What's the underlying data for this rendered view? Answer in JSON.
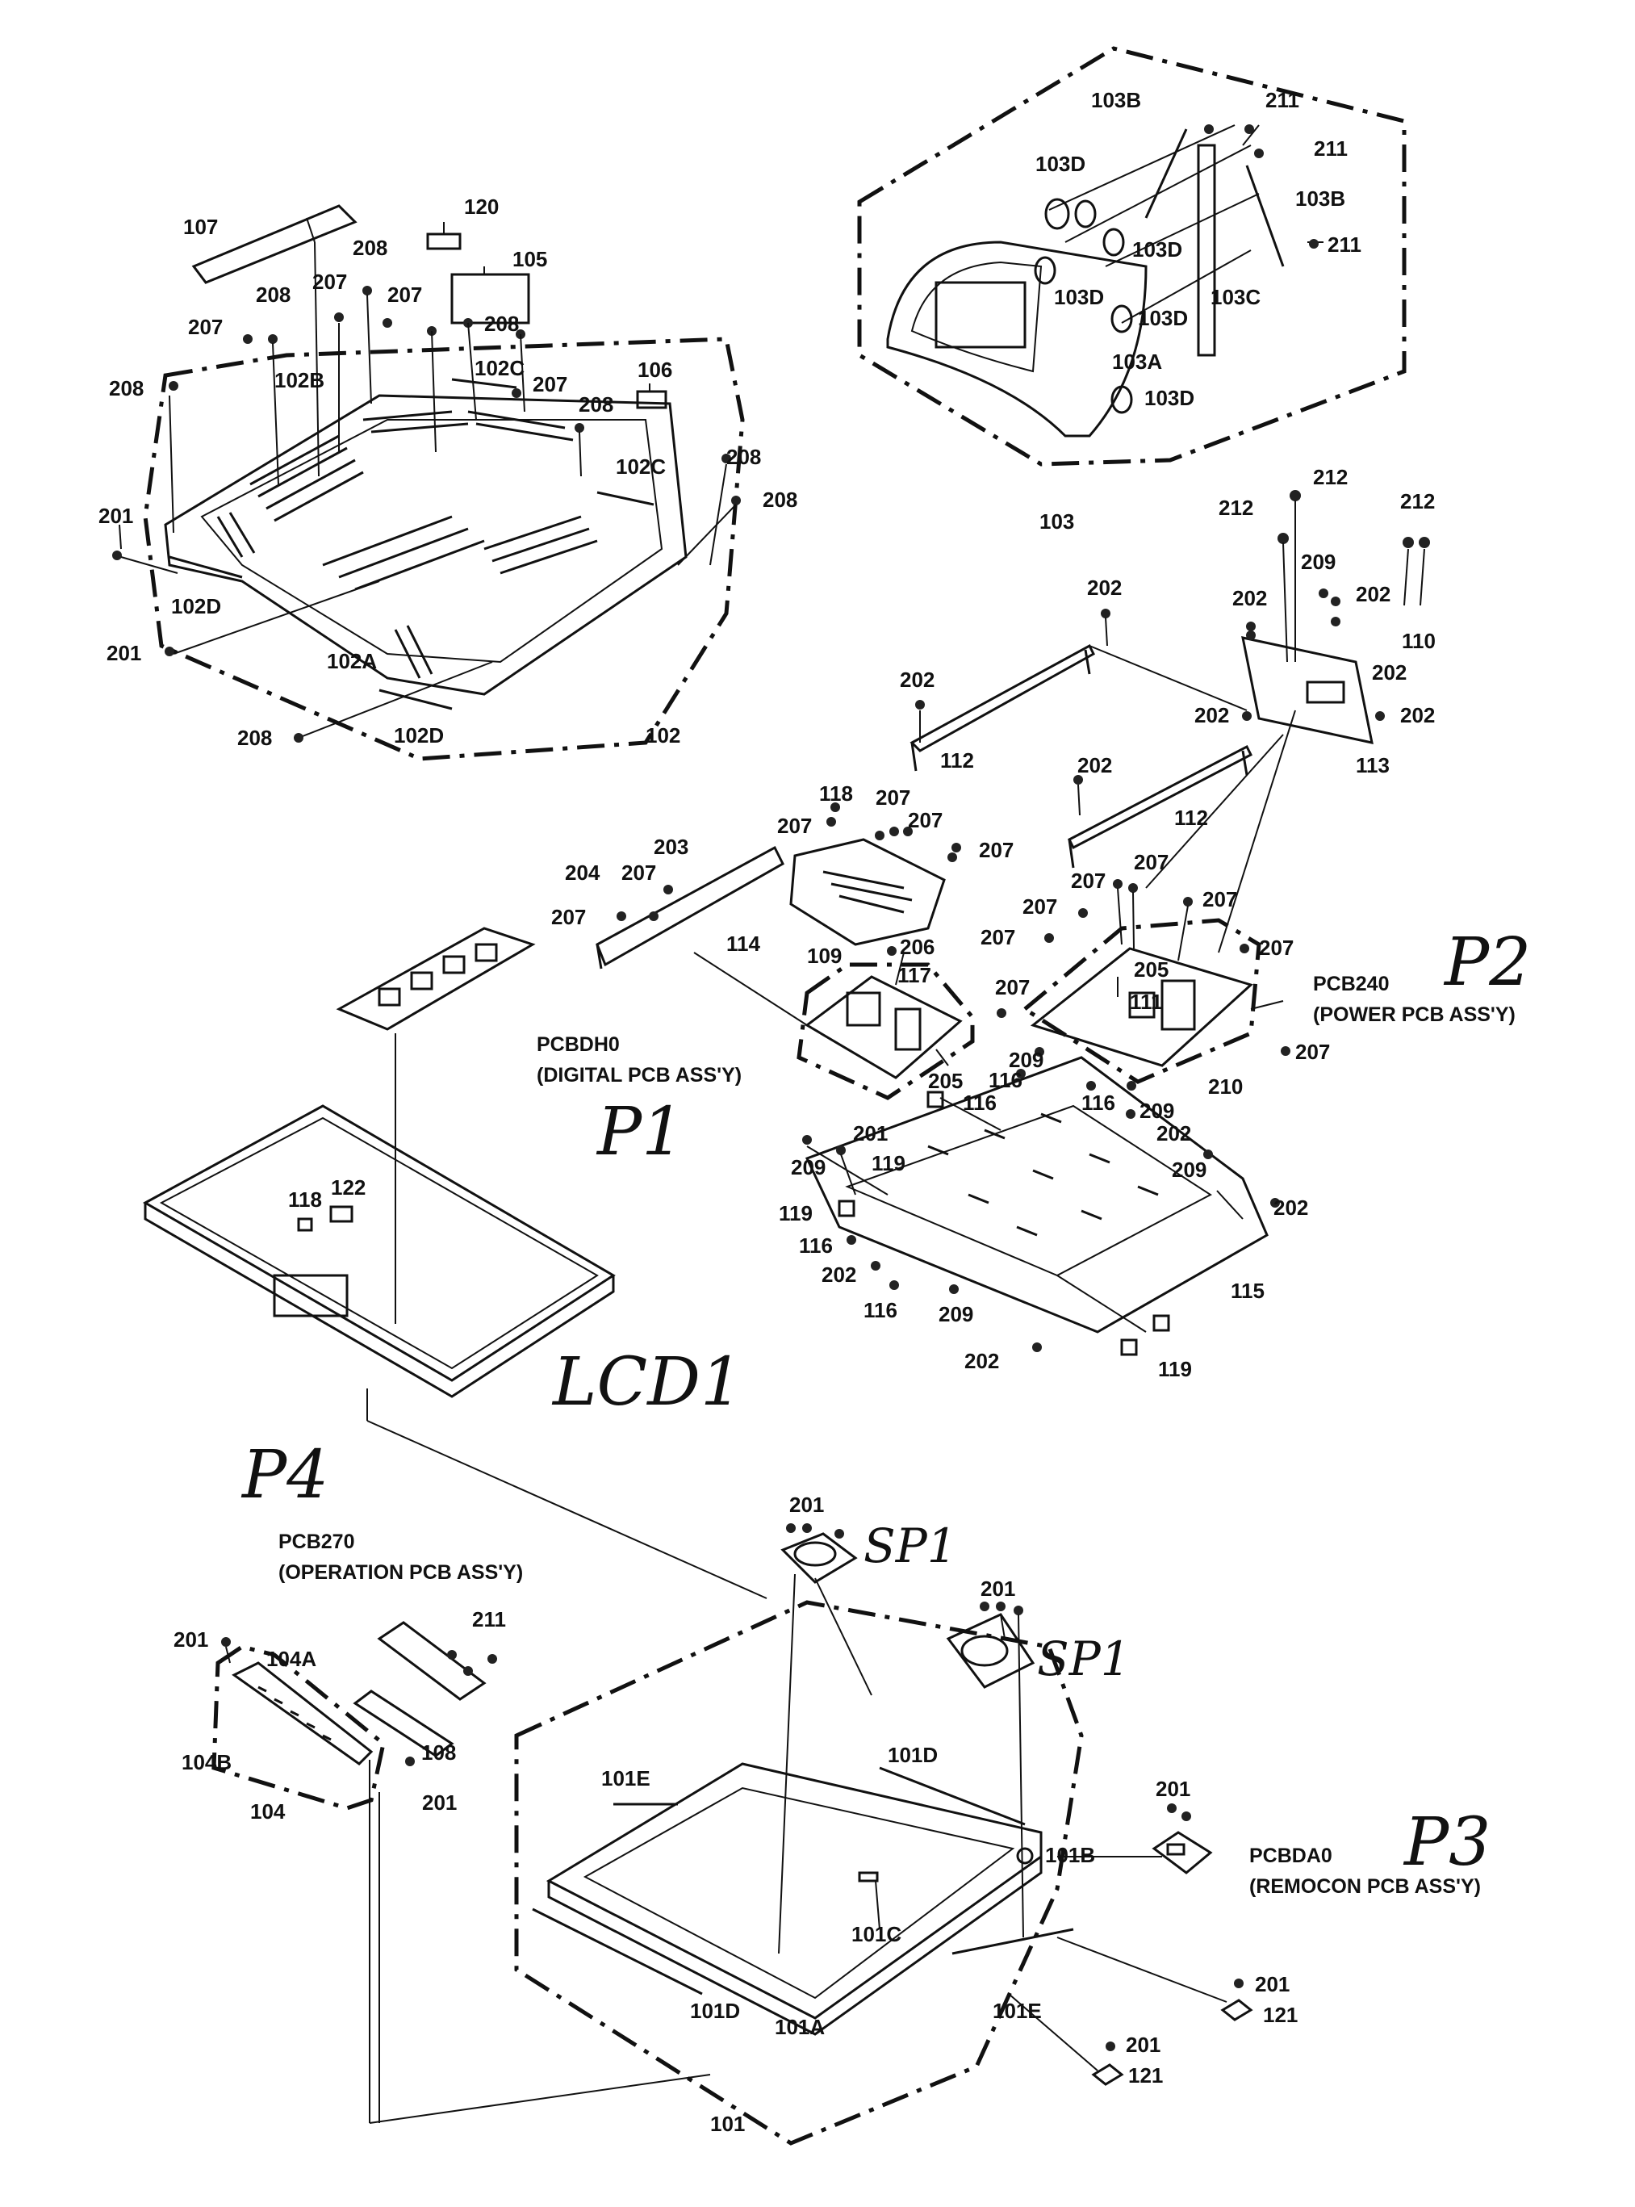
{
  "labels": {
    "l_107": "107",
    "l_120": "120",
    "l_105": "105",
    "l_208a": "208",
    "l_207a": "207",
    "l_208b": "208",
    "l_207b": "207",
    "l_207c": "207",
    "l_208c": "208",
    "l_102b": "102B",
    "l_102c_a": "102C",
    "l_207d": "207",
    "l_106": "106",
    "l_208d": "208",
    "l_208e": "208",
    "l_102c_b": "102C",
    "l_208f": "208",
    "l_208g": "208",
    "l_201a": "201",
    "l_102d_a": "102D",
    "l_201b": "201",
    "l_102a": "102A",
    "l_102d_b": "102D",
    "l_208h": "208",
    "l_102": "102",
    "l_103b_a": "103B",
    "l_211a": "211",
    "l_211b": "211",
    "l_103d_a": "103D",
    "l_103b_b": "103B",
    "l_103d_b": "103D",
    "l_211c": "211",
    "l_103d_c": "103D",
    "l_103c": "103C",
    "l_103d_d": "103D",
    "l_103a": "103A",
    "l_103d_e": "103D",
    "l_103": "103",
    "l_212a": "212",
    "l_212b": "212",
    "l_212c": "212",
    "l_209a": "209",
    "l_202a": "202",
    "l_202b": "202",
    "l_202c": "202",
    "l_110": "110",
    "l_202d": "202",
    "l_202e": "202",
    "l_202f": "202",
    "l_113": "113",
    "l_112a": "112",
    "l_202g": "202",
    "l_112b": "112",
    "l_118a": "118",
    "l_207e": "207",
    "l_207f": "207",
    "l_207g": "207",
    "l_207h": "207",
    "l_203": "203",
    "l_204": "204",
    "l_207i": "207",
    "l_207j": "207",
    "l_114": "114",
    "l_109": "109",
    "l_206": "206",
    "l_117": "117",
    "l_205a": "205",
    "l_207k": "207",
    "l_207l": "207",
    "l_207m": "207",
    "l_207n": "207",
    "l_207o": "207",
    "l_205b": "205",
    "l_111": "111",
    "l_207p": "207",
    "l_207q": "207",
    "l_209b": "209",
    "l_116a": "116",
    "l_116b": "116",
    "l_209c": "209",
    "l_210": "210",
    "l_202h": "202",
    "l_119a": "119",
    "l_209d": "209",
    "l_201c": "201",
    "l_209e": "209",
    "l_119b": "119",
    "l_202i": "202",
    "l_116c": "116",
    "l_202j": "202",
    "l_115": "115",
    "l_116d": "116",
    "l_209f": "209",
    "l_202k": "202",
    "l_119c": "119",
    "l_118b": "118",
    "l_122": "122",
    "l_201d": "201",
    "l_201e": "201",
    "l_211d": "211",
    "l_201f": "201",
    "l_104a": "104A",
    "l_108": "108",
    "l_104b": "104B",
    "l_201g": "201",
    "l_104": "104",
    "l_101e_a": "101E",
    "l_101d_a": "101D",
    "l_101b": "101B",
    "l_101c": "101C",
    "l_101d_b": "101D",
    "l_101a": "101A",
    "l_101e_b": "101E",
    "l_101": "101",
    "l_201h": "201",
    "l_201i": "201",
    "l_121a": "121",
    "l_201j": "201",
    "l_121b": "121"
  },
  "assemblies": {
    "pcbdh0_code": "PCBDH0",
    "pcbdh0_name": "(DIGITAL PCB ASS'Y)",
    "pcb240_code": "PCB240",
    "pcb240_name": "(POWER PCB ASS'Y)",
    "pcb270_code": "PCB270",
    "pcb270_name": "(OPERATION PCB ASS'Y)",
    "pcbda0_code": "PCBDA0",
    "pcbda0_name": "(REMOCON PCB ASS'Y)"
  },
  "handwritten": {
    "p1": "P1",
    "p2": "P2",
    "p3": "P3",
    "p4": "P4",
    "lcd1": "LCD1",
    "sp1_a": "SP1",
    "sp1_b": "SP1"
  }
}
